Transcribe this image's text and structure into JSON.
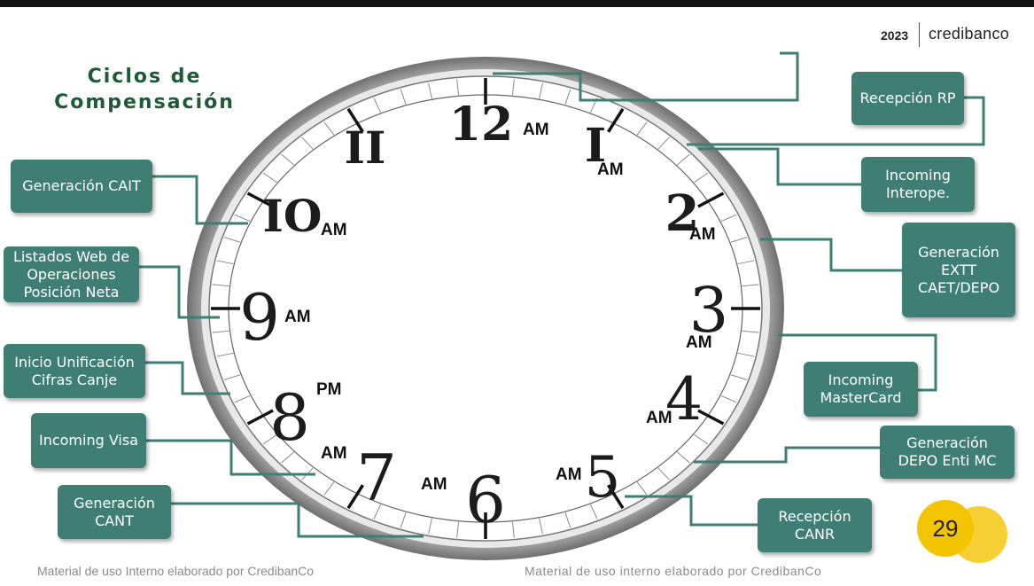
{
  "header": {
    "year": "2023",
    "brand": "credibanco"
  },
  "title": {
    "line1": "Ciclos de",
    "line2": "Compensación"
  },
  "clock": {
    "numerals": [
      "12",
      "I",
      "2",
      "3",
      "4",
      "5",
      "6",
      "7",
      "8",
      "9",
      "IO",
      "II"
    ],
    "period_labels": {
      "h12": "AM",
      "h1": "AM",
      "h2": "AM",
      "h3": "AM",
      "h4": "AM",
      "h5": "AM",
      "h6": "AM",
      "h7": "AM",
      "h8": "PM",
      "h9": "AM",
      "h10": "AM"
    }
  },
  "processes": {
    "recepcion_rp": "Recepción RP",
    "incoming_interope": "Incoming\nInterope.",
    "generacion_extt": "Generación\nEXTT\nCAET/DEPO",
    "incoming_mastercard": "Incoming\nMasterCard",
    "generacion_depo_enti_mc": "Generación\nDEPO Enti MC",
    "recepcion_canr": "Recepción\nCANR",
    "generacion_cait": "Generación CAIT",
    "listados_web": "Listados Web de\nOperaciones\nPosición Neta",
    "inicio_unificacion": "Inicio Unificación\nCifras Canje",
    "incoming_visa": "Incoming Visa",
    "generacion_cant": "Generación\nCANT"
  },
  "footer": {
    "left": "Material de uso Interno elaborado por CredibanCo",
    "right": "Material de uso interno elaborado por CredibanCo"
  },
  "page_number": "29",
  "colors": {
    "box": "#3f7e74",
    "title": "#1e5a38",
    "connector": "#3f7e74",
    "badge": "#f3c400"
  }
}
